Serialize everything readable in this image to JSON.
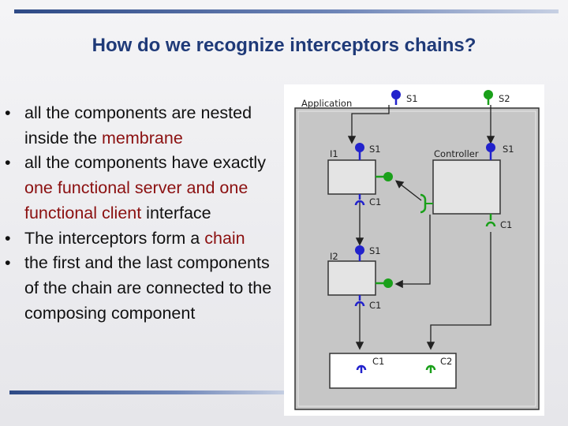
{
  "title": "How do we recognize interceptors chains?",
  "bullets": [
    {
      "bullet": "•",
      "parts": [
        {
          "text": "all the components are nested inside the ",
          "highlight": false
        },
        {
          "text": "membrane",
          "highlight": true
        }
      ]
    },
    {
      "bullet": "•",
      "parts": [
        {
          "text": "all the components have exactly ",
          "highlight": false
        },
        {
          "text": "one functional server and one functional client",
          "highlight": true
        },
        {
          "text": " interface",
          "highlight": false
        }
      ]
    },
    {
      "bullet": "•",
      "parts": [
        {
          "text": "The interceptors form a ",
          "highlight": false
        },
        {
          "text": "chain",
          "highlight": true
        }
      ]
    },
    {
      "bullet": "•",
      "parts": [
        {
          "text": "the first and the last components of the chain are connected to the composing component",
          "highlight": false
        }
      ]
    }
  ],
  "colors": {
    "title": "#1f3a78",
    "highlight": "#8b1010",
    "server_interface": "#2222cc",
    "functional_interface": "#1aa01a"
  },
  "diagram": {
    "labels": {
      "application": "Application",
      "app_s1": "S1",
      "app_s2": "S2",
      "i1": "I1",
      "i1_s1": "S1",
      "i1_c1": "C1",
      "controller": "Controller",
      "ctrl_s1": "S1",
      "ctrl_c1": "C1",
      "i2": "I2",
      "i2_s1": "S1",
      "i2_c1": "C1",
      "inner_c1": "C1",
      "inner_c2": "C2"
    }
  }
}
